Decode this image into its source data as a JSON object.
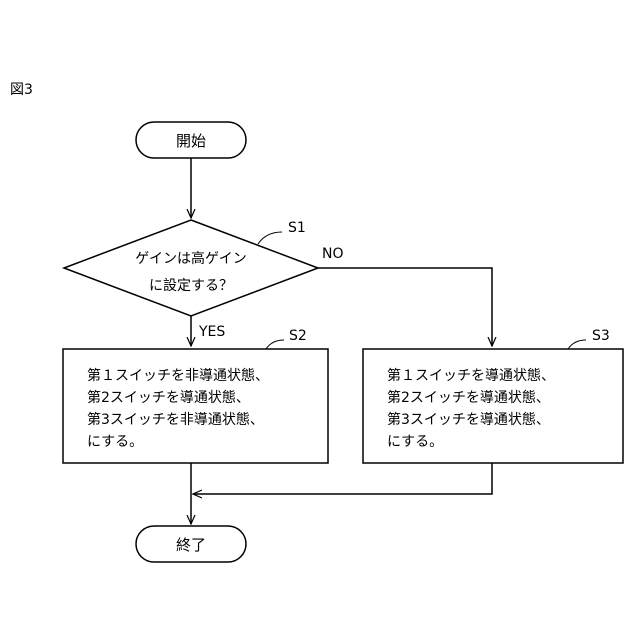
{
  "figure_label": "図3",
  "nodes": {
    "start": "開始",
    "decision": {
      "line1": "ゲインは高ゲイン",
      "line2": "に設定する？"
    },
    "s2": {
      "line1": "第１スイッチを非導通状態、",
      "line2": "第2スイッチを導通状態、",
      "line3": "第3スイッチを非導通状態、",
      "line4": "にする。"
    },
    "s3": {
      "line1": "第１スイッチを導通状態、",
      "line2": "第2スイッチを導通状態、",
      "line3": "第3スイッチを導通状態、",
      "line4": "にする。"
    },
    "end": "終了"
  },
  "step_labels": {
    "s1": "S1",
    "s2": "S2",
    "s3": "S3"
  },
  "edge_labels": {
    "yes": "YES",
    "no": "NO"
  }
}
